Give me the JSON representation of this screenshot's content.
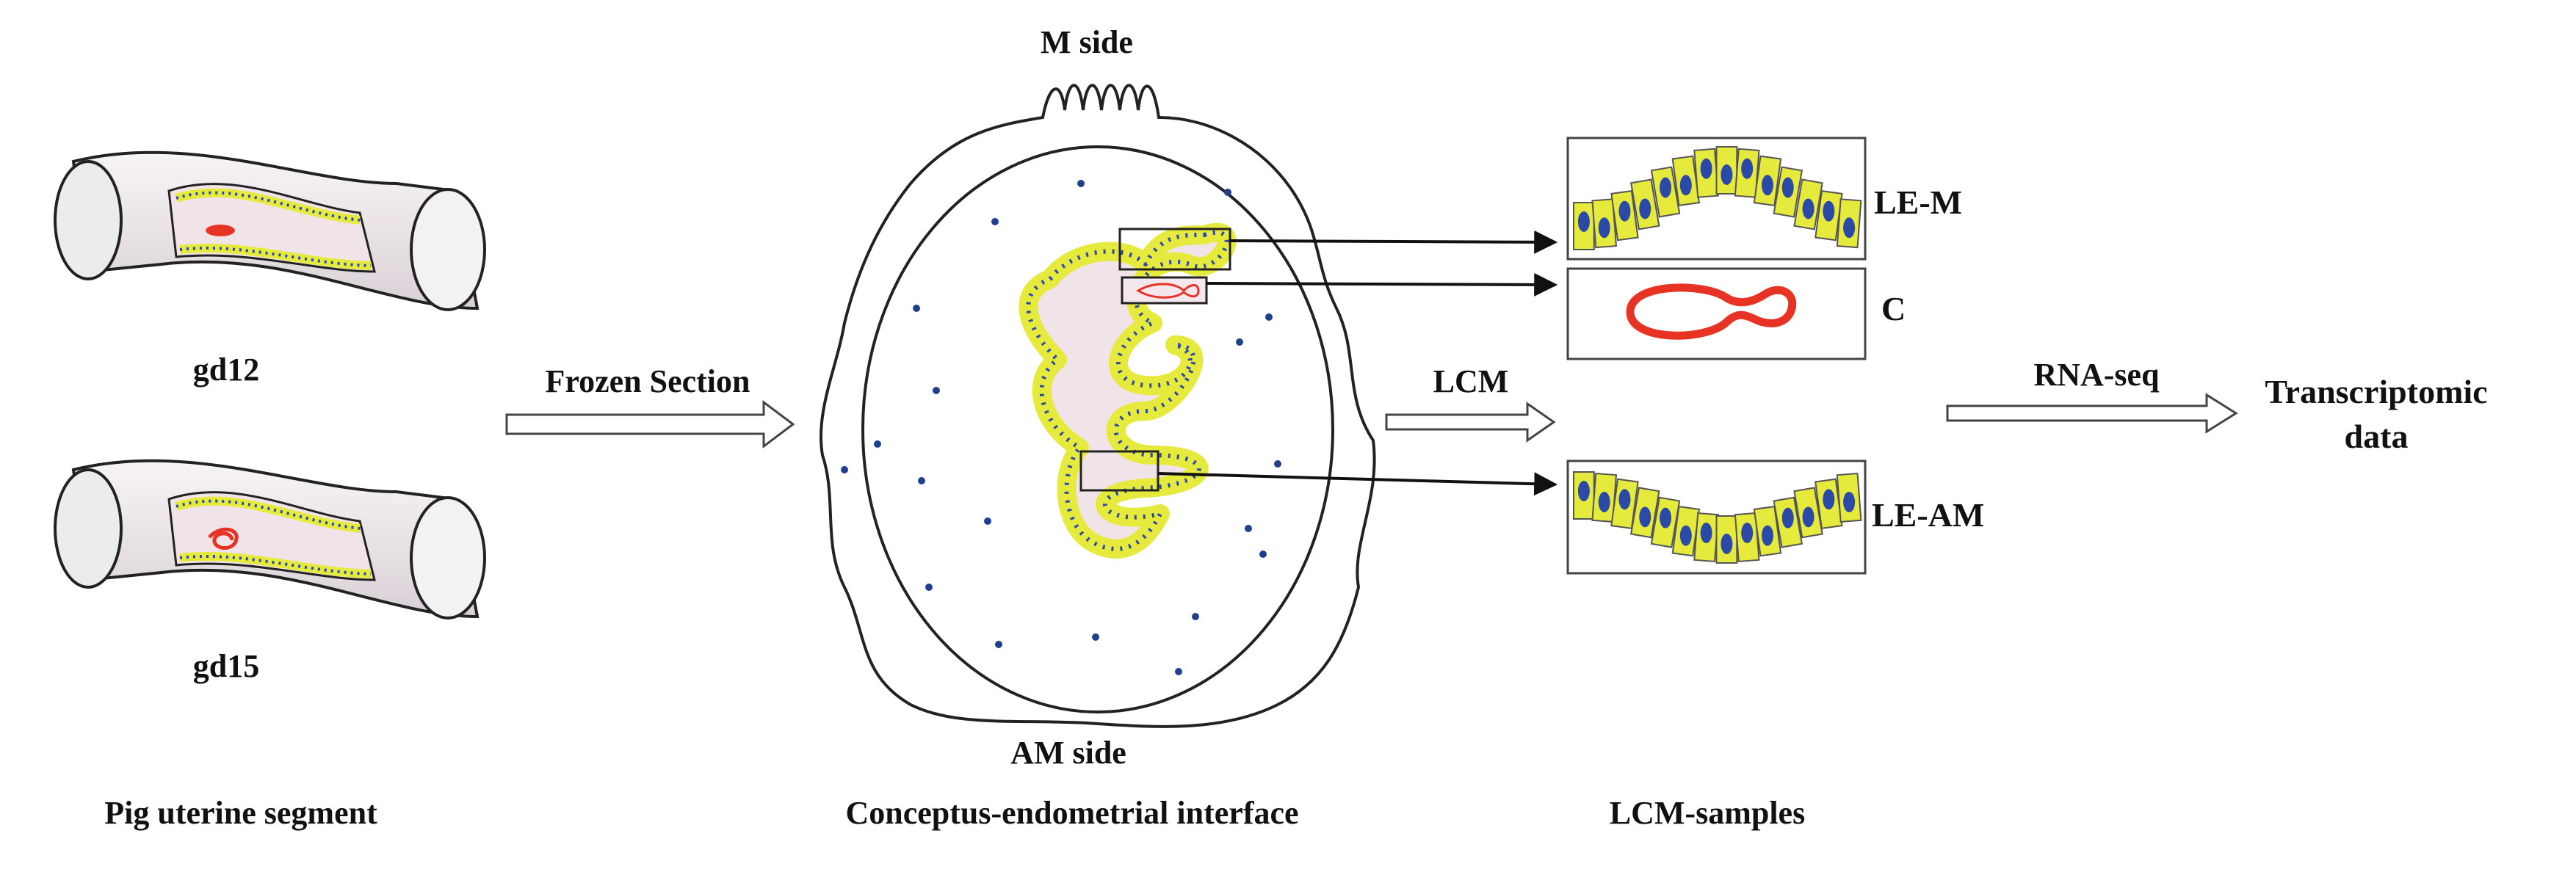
{
  "columns": {
    "uterus": "Pig uterine segment",
    "interface": "Conceptus-endometrial interface",
    "samples": "LCM-samples"
  },
  "uterus_labels": {
    "top": "gd12",
    "bottom": "gd15"
  },
  "interface_labels": {
    "top": "M side",
    "bottom": "AM side"
  },
  "steps": {
    "section": "Frozen Section",
    "lcm": "LCM",
    "seq": "RNA-seq"
  },
  "samples": {
    "le_m": "LE-M",
    "c": "C",
    "le_am": "LE-AM"
  },
  "output": {
    "line1": "Transcriptomic",
    "line2": "data"
  },
  "colors": {
    "epithelium": "#e6ea3c",
    "nucleus": "#2b4aa8",
    "conceptus": "#e63324",
    "tissue": "#f0e4e8",
    "outline": "#222222",
    "scatter_dot": "#1f3f8f"
  }
}
